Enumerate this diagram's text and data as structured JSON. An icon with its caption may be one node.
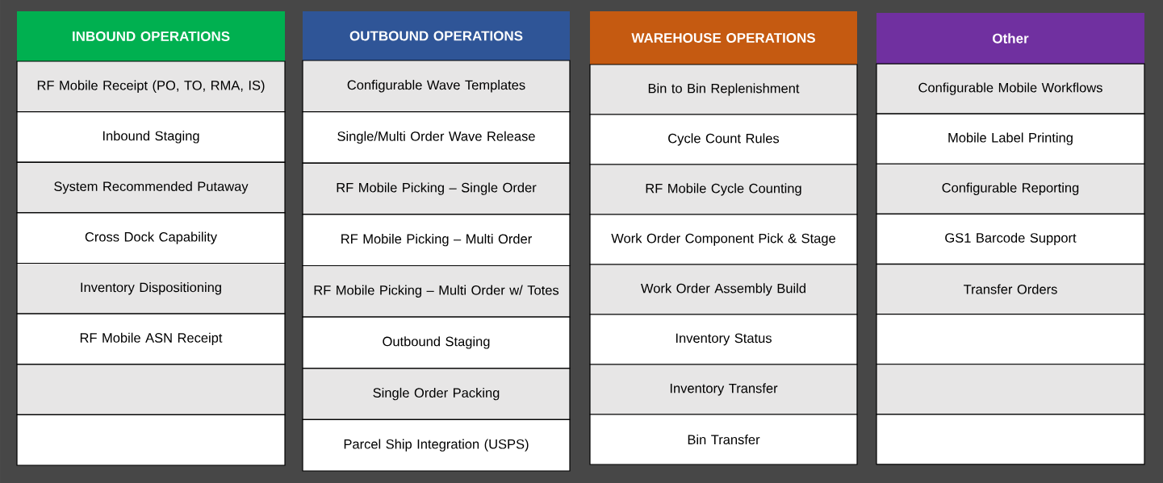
{
  "diagram": {
    "nodes": [
      {
        "text": [
          "INBOUND OPERATIONS"
        ]
      },
      {
        "text": [
          "RF Mobile Receipt (PO, TO, RMA, IS)"
        ]
      },
      {
        "text": [
          "Inbound Staging"
        ]
      },
      {
        "text": [
          "System Recommended Putaway"
        ]
      },
      {
        "text": [
          "Cross Dock Capability"
        ]
      },
      {
        "text": [
          "Inventory Dispositioning"
        ]
      },
      {
        "text": [
          "RF Mobile ASN Receipt"
        ]
      },
      {
        "text": [],
        "shape": "box"
      },
      {
        "text": [],
        "shape": "box"
      },
      {
        "text": [
          "OUTBOUND OPERATIONS"
        ]
      },
      {
        "text": [
          "Configurable Wave Templates"
        ]
      },
      {
        "text": [
          "Single/Multi Order Wave Release"
        ]
      },
      {
        "text": [
          "RF Mobile Picking – Single Order"
        ]
      },
      {
        "text": [
          "RF Mobile Picking – Multi Order"
        ]
      },
      {
        "text": [
          "RF Mobile Picking – Multi Order w/ Totes"
        ]
      },
      {
        "text": [
          "Outbound Staging"
        ]
      },
      {
        "text": [
          "Single Order Packing"
        ]
      },
      {
        "text": [
          "Parcel Ship Integration (USPS)"
        ]
      },
      {
        "text": [
          "WAREHOUSE OPERATIONS"
        ]
      },
      {
        "text": [
          "Bin to Bin Replenishment"
        ]
      },
      {
        "text": [
          "Cycle Count Rules"
        ]
      },
      {
        "text": [
          "RF Mobile Cycle Counting"
        ]
      },
      {
        "text": [
          "Work Order Component Pick & Stage"
        ]
      },
      {
        "text": [
          "Work Order Assembly Build"
        ]
      },
      {
        "text": [
          "Inventory Status"
        ]
      },
      {
        "text": [
          "Inventory Transfer"
        ]
      },
      {
        "text": [
          "Bin Transfer"
        ]
      },
      {
        "text": [
          "Other"
        ]
      },
      {
        "text": [
          "Configurable Mobile Workflows"
        ]
      },
      {
        "text": [
          "Mobile Label Printing"
        ]
      },
      {
        "text": [
          "Configurable Reporting"
        ]
      },
      {
        "text": [
          "GS1 Barcode Support"
        ]
      },
      {
        "text": [
          "Transfer Orders"
        ]
      },
      {
        "text": [],
        "shape": "box"
      },
      {
        "text": [],
        "shape": "box"
      },
      {
        "text": [],
        "shape": "box"
      }
    ]
  }
}
